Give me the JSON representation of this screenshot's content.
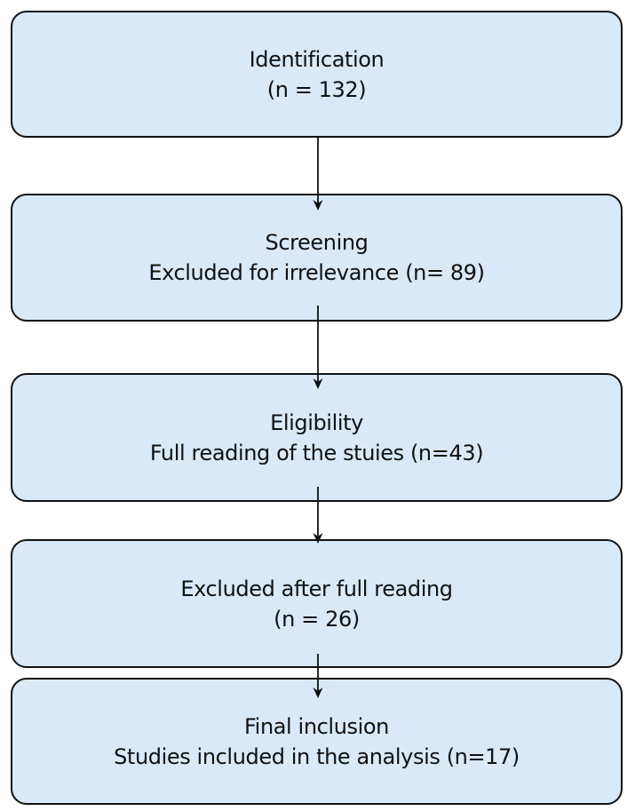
{
  "diagram": {
    "type": "flowchart",
    "colors": {
      "background": "#ffffff",
      "box_fill": "#d9e9f8",
      "box_border": "#111111",
      "text": "#111111",
      "arrow": "#111111"
    },
    "boxes": [
      {
        "name": "identification",
        "lines": [
          "Identification",
          "(n = 132)"
        ]
      },
      {
        "name": "screening",
        "lines": [
          "Screening",
          "Excluded for irrelevance (n= 89)"
        ]
      },
      {
        "name": "eligibility",
        "lines": [
          "Eligibility",
          "Full reading of the stuies (n=43)"
        ]
      },
      {
        "name": "excluded-after-full-reading",
        "lines": [
          "Excluded after full reading",
          "(n = 26)"
        ]
      },
      {
        "name": "final-inclusion",
        "lines": [
          "Final inclusion",
          "Studies included in the analysis (n=17)"
        ]
      }
    ]
  }
}
